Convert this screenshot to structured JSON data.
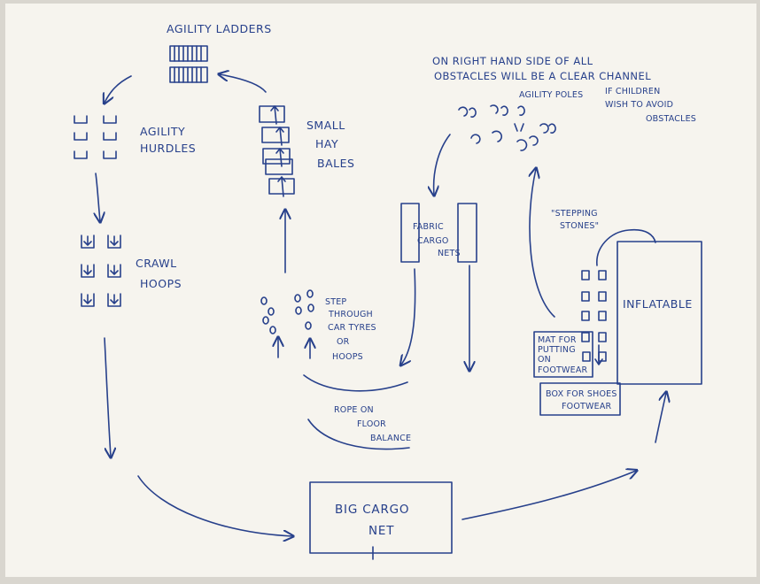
{
  "title": "AGILITY LADDERS",
  "labels": {
    "agility_hurdles": [
      "AGILITY",
      "HURDLES"
    ],
    "crawl_hoops": [
      "CRAWL",
      "HOOPS"
    ],
    "small_hay_bales": [
      "SMALL",
      "HAY",
      "BALES"
    ],
    "step_through": [
      "STEP",
      "THROUGH",
      "CAR TYRES",
      "OR",
      "HOOPS"
    ],
    "rope": [
      "ROPE ON",
      "FLOOR",
      "BALANCE"
    ],
    "fabric_cargo_nets": [
      "FABRIC",
      "CARGO",
      "NETS"
    ],
    "agility_poles": "AGILITY POLES",
    "note": [
      "ON RIGHT HAND SIDE OF ALL",
      "OBSTACLES WILL BE A CLEAR CHANNEL",
      "IF CHILDREN",
      "WISH TO AVOID",
      "OBSTACLES"
    ],
    "stepping_stones": [
      "\"STEPPING",
      "STONES\""
    ],
    "inflatable": "INFLATABLE",
    "mat": [
      "MAT FOR",
      "PUTTING",
      "ON",
      "FOOTWEAR"
    ],
    "box": [
      "BOX FOR SHOES",
      "FOOTWEAR"
    ],
    "big_cargo_net": [
      "BIG CARGO",
      "NET"
    ]
  },
  "colors": {
    "ink": "#27408b",
    "paper": "#f6f4ee",
    "border": "#d9d6cf"
  }
}
